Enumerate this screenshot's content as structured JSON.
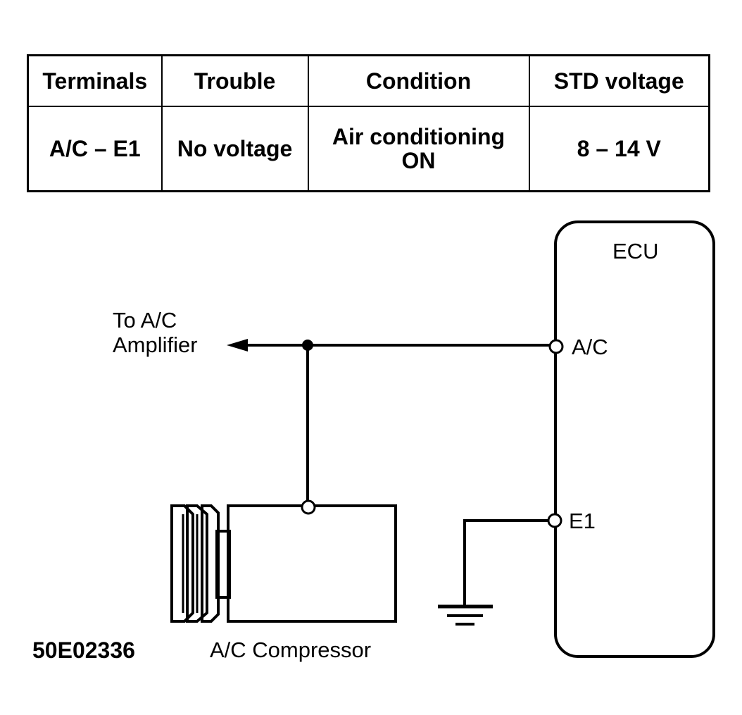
{
  "table": {
    "headers": [
      "Terminals",
      "Trouble",
      "Condition",
      "STD voltage"
    ],
    "row": {
      "terminals": "A/C – E1",
      "trouble": "No voltage",
      "condition_line1": "Air conditioning",
      "condition_line2": "ON",
      "std_voltage": "8 – 14 V"
    }
  },
  "diagram": {
    "ecu_label": "ECU",
    "terminal_ac": "A/C",
    "terminal_e1": "E1",
    "to_line1": "To A/C",
    "to_line2": "Amplifier",
    "compressor_label": "A/C Compressor",
    "figure_code": "50E02336"
  }
}
